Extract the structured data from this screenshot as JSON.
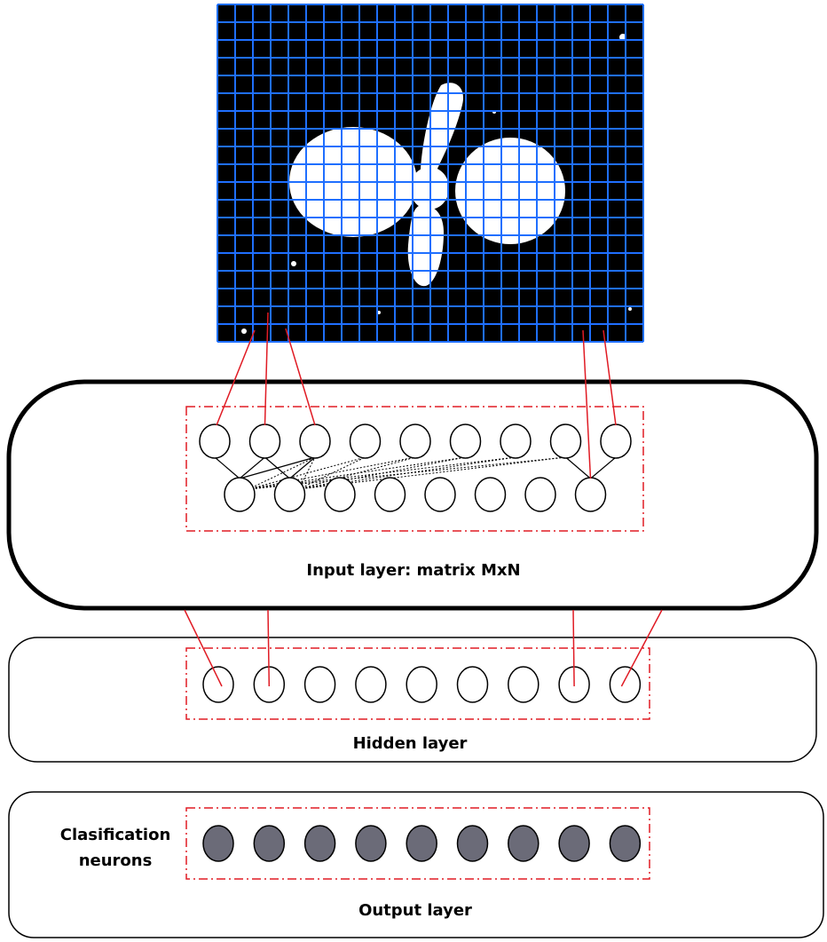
{
  "layers": {
    "input": {
      "label": "Input layer: matrix MxN",
      "top_row_count": 9,
      "bottom_row_count": 8
    },
    "hidden": {
      "label": "Hidden layer",
      "neuron_count": 9
    },
    "output": {
      "label": "Output layer",
      "side_label_line1": "Clasification",
      "side_label_line2": "neurons",
      "neuron_count": 9
    }
  },
  "colors": {
    "grid_background": "#000000",
    "grid_lines": "#1f6fff",
    "shape": "#ffffff",
    "connection": "#e01b24",
    "group_border": "#e01b24",
    "output_neuron_fill": "#6b6b78",
    "outline": "#000000"
  }
}
